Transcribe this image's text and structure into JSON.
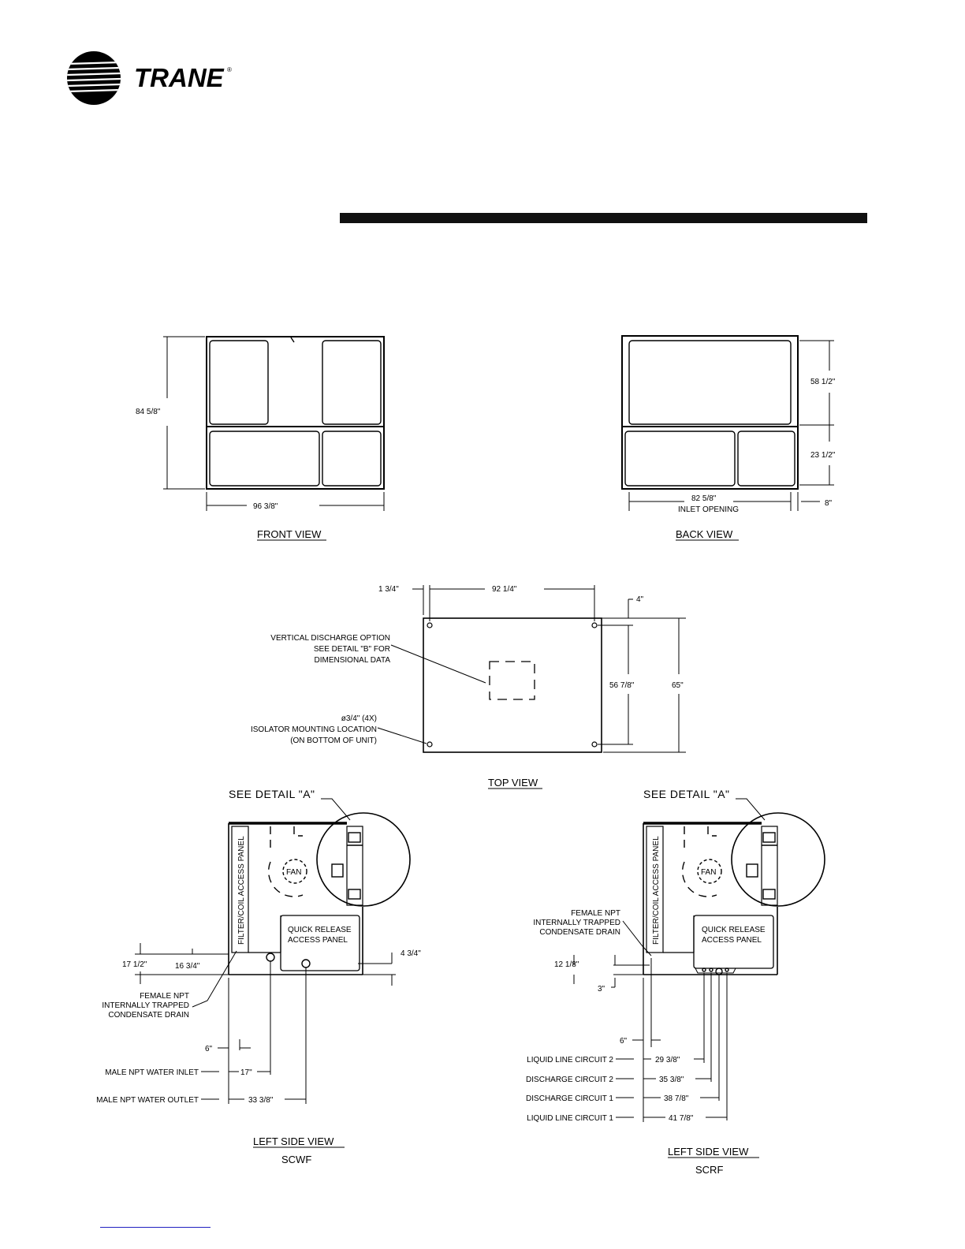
{
  "brand": {
    "name": "TRANE",
    "registered": "®",
    "accent": "#000000",
    "rule_color": "#111111",
    "footer_line_color": "#2020c0"
  },
  "front_view": {
    "title": "FRONT VIEW",
    "height_dim": "84 5/8\"",
    "width_dim": "96 3/8\""
  },
  "back_view": {
    "title": "BACK VIEW",
    "upper_dim": "58 1/2\"",
    "lower_dim": "23 1/2\"",
    "inlet_dim": "82 5/8\"",
    "inlet_label": "INLET OPENING",
    "offset_dim": "8\""
  },
  "top_view": {
    "title": "TOP VIEW",
    "dim_left": "1 3/4\"",
    "dim_width": "92 1/4\"",
    "dim_top_offset": "4\"",
    "dim_inner_depth": "56 7/8\"",
    "dim_depth": "65\"",
    "vertical_discharge_note": [
      "VERTICAL DISCHARGE OPTION",
      "SEE DETAIL \"B\" FOR",
      "DIMENSIONAL DATA"
    ],
    "isolator_note": [
      "ø3/4\" (4X)",
      "ISOLATOR MOUNTING LOCATION",
      "(ON BOTTOM OF UNIT)"
    ]
  },
  "scwf": {
    "title": "LEFT SIDE VIEW",
    "model": "SCWF",
    "see_detail": "SEE DETAIL \"A\"",
    "access_panel": "FILTER/COIL ACCESS PANEL",
    "fan": "FAN",
    "quick_release": [
      "QUICK RELEASE",
      "ACCESS PANEL"
    ],
    "drain_note": [
      "FEMALE NPT",
      "INTERNALLY TRAPPED",
      "CONDENSATE DRAIN"
    ],
    "dim_a": "17 1/2\"",
    "dim_b": "16 3/4\"",
    "dim_c": "4 3/4\"",
    "dim_d": "6\"",
    "water_inlet_label": "MALE NPT WATER INLET",
    "water_inlet_dim": "17\"",
    "water_outlet_label": "MALE NPT WATER OUTLET",
    "water_outlet_dim": "33 3/8\""
  },
  "scrf": {
    "title": "LEFT SIDE VIEW",
    "model": "SCRF",
    "see_detail": "SEE DETAIL \"A\"",
    "access_panel": "FILTER/COIL ACCESS PANEL",
    "fan": "FAN",
    "quick_release": [
      "QUICK RELEASE",
      "ACCESS PANEL"
    ],
    "drain_note": [
      "FEMALE NPT",
      "INTERNALLY TRAPPED",
      "CONDENSATE DRAIN"
    ],
    "dim_a": "12 1/8\"",
    "dim_b": "3\"",
    "dim_c": "6\"",
    "lines": [
      {
        "label": "LIQUID LINE CIRCUIT 2",
        "dim": "29 3/8\""
      },
      {
        "label": "DISCHARGE CIRCUIT 2",
        "dim": "35 3/8\""
      },
      {
        "label": "DISCHARGE CIRCUIT 1",
        "dim": "38 7/8\""
      },
      {
        "label": "LIQUID LINE CIRCUIT 1",
        "dim": "41 7/8\""
      }
    ]
  }
}
